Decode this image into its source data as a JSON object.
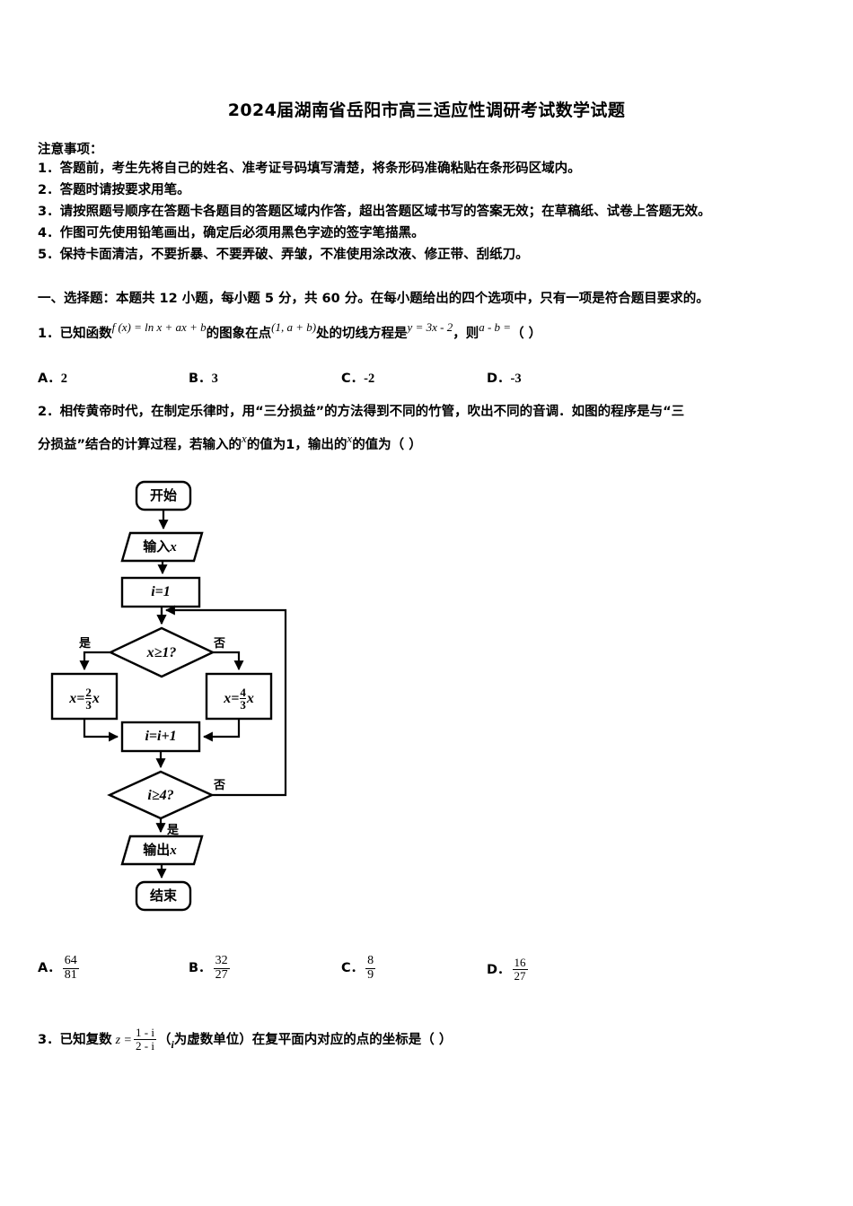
{
  "document": {
    "title": "2024届湖南省岳阳市高三适应性调研考试数学试题"
  },
  "notice": {
    "heading": "注意事项：",
    "items": [
      "1．答题前，考生先将自己的姓名、准考证号码填写清楚，将条形码准确粘贴在条形码区域内。",
      "2．答题时请按要求用笔。",
      "3．请按照题号顺序在答题卡各题目的答题区域内作答，超出答题区域书写的答案无效；在草稿纸、试卷上答题无效。",
      "4．作图可先使用铅笔画出，确定后必须用黑色字迹的签字笔描黑。",
      "5．保持卡面清洁，不要折暴、不要弄破、弄皱，不准使用涂改液、修正带、刮纸刀。"
    ]
  },
  "section": {
    "heading": "一、选择题：本题共 12 小题，每小题 5 分，共 60 分。在每小题给出的四个选项中，只有一项是符合题目要求的。"
  },
  "questions": [
    {
      "number": "1．",
      "text_parts": {
        "p1": "已知函数",
        "formula1": "f (x) = ln x + ax + b",
        "p2": "的图象在点",
        "formula2": "(1, a + b)",
        "p3": "处的切线方程是",
        "formula3": "y = 3x - 2",
        "p4": "，则",
        "formula4": "a - b =",
        "p5": "（    ）"
      },
      "options": [
        {
          "label": "A．",
          "value": "2"
        },
        {
          "label": "B．",
          "value": "3"
        },
        {
          "label": "C．",
          "value": "-2"
        },
        {
          "label": "D．",
          "value": "-3"
        }
      ]
    },
    {
      "number": "2．",
      "line1": "相传黄帝时代，在制定乐律时，用“三分损益”的方法得到不同的竹管，吹出不同的音调．如图的程序是与“三",
      "line2_a": "分损益”结合的计算过程，若输入的",
      "line2_var": "x",
      "line2_b": "的值为1，输出的",
      "line2_var2": "x",
      "line2_c": "的值为（    ）",
      "options": [
        {
          "label": "A．",
          "num": "64",
          "den": "81"
        },
        {
          "label": "B．",
          "num": "32",
          "den": "27"
        },
        {
          "label": "C．",
          "num": "8",
          "den": "9"
        },
        {
          "label": "D．",
          "num": "16",
          "den": "27"
        }
      ]
    },
    {
      "number": "3．",
      "text_a": "已知复数",
      "z_lhs": "z =",
      "z_num": "1 - i",
      "z_den": "2 - i",
      "paren_open": "（",
      "imag_unit": "i",
      "text_b": "为虚数单位）在复平面内对应的点的坐标是（    ）"
    }
  ],
  "flowchart": {
    "nodes": {
      "start": "开始",
      "input": "输入",
      "input_var": "x",
      "init": "i=1",
      "cond1": "x≥1?",
      "assign_left_prefix": "x=",
      "assign_left_num": "2",
      "assign_left_den": "3",
      "assign_left_suffix": "x",
      "assign_right_prefix": "x=",
      "assign_right_num": "4",
      "assign_right_den": "3",
      "assign_right_suffix": "x",
      "increment": "i=i+1",
      "cond2": "i≥4?",
      "output": "输出",
      "output_var": "x",
      "end": "结束"
    },
    "edge_labels": {
      "yes1": "是",
      "no1": "否",
      "no2": "否",
      "yes2": "是"
    }
  },
  "colors": {
    "ink": "#000000",
    "page": "#ffffff"
  }
}
